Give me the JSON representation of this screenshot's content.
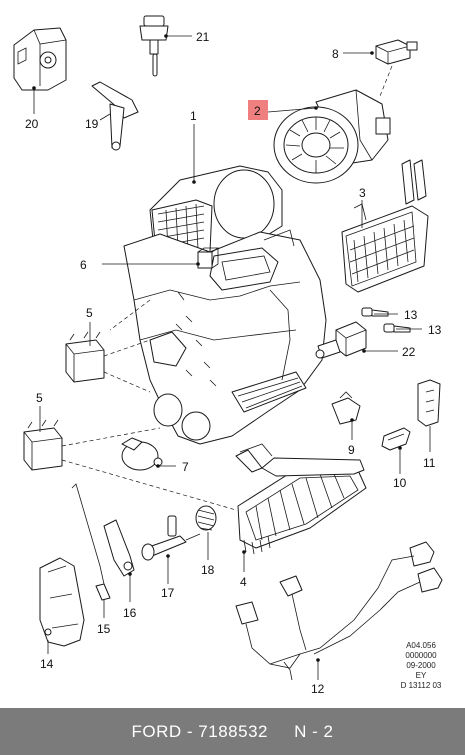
{
  "callouts": {
    "c1": "1",
    "c2": "2",
    "c3": "3",
    "c4": "4",
    "c5a": "5",
    "c5b": "5",
    "c6": "6",
    "c7": "7",
    "c8": "8",
    "c9": "9",
    "c10": "10",
    "c11": "11",
    "c12": "12",
    "c13a": "13",
    "c13b": "13",
    "c14": "14",
    "c15": "15",
    "c16": "16",
    "c17": "17",
    "c18": "18",
    "c19": "19",
    "c20": "20",
    "c21": "21",
    "c22": "22"
  },
  "highlight_color": "#f08080",
  "reference": [
    "A04.056",
    "0000000",
    "09-2000",
    "EY",
    "D 13112 03"
  ],
  "footer": {
    "brand_part": "FORD - 7188532",
    "position": "N - 2"
  },
  "colors": {
    "footer_bg": "#7b7b7b",
    "footer_text": "#ffffff"
  }
}
